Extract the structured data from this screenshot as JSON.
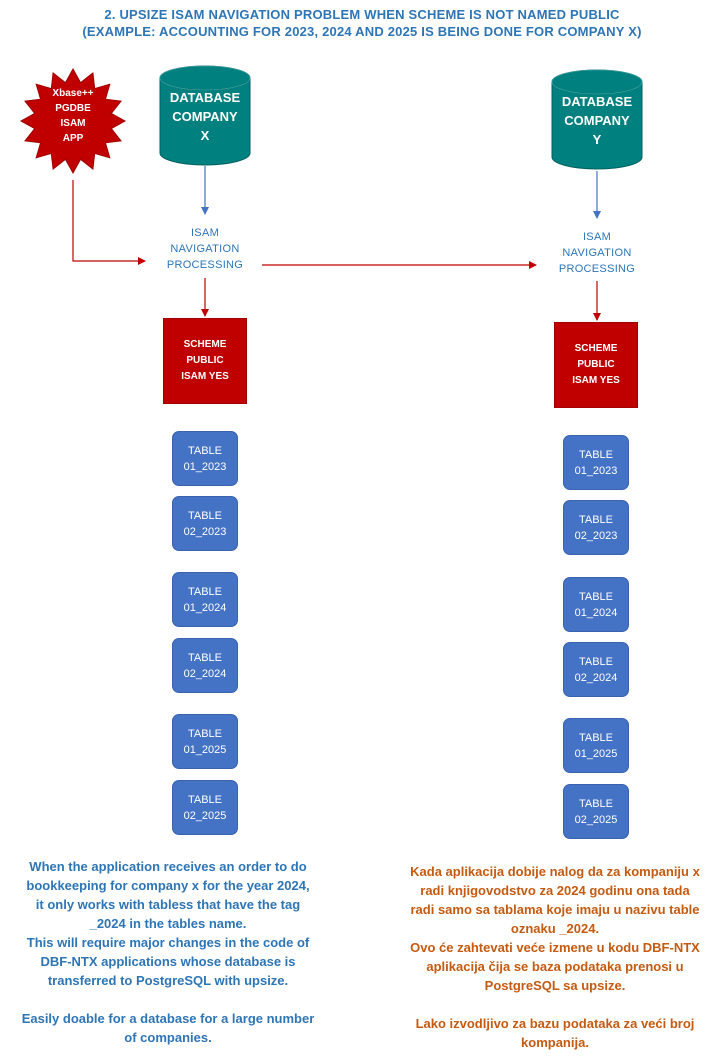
{
  "title": {
    "line1": "2. UPSIZE ISAM NAVIGATION PROBLEM WHEN SCHEME IS NOT NAMED PUBLIC",
    "line2": "(EXAMPLE: ACCOUNTING FOR 2023, 2024 AND 2025 IS BEING DONE FOR COMPANY X)"
  },
  "app": {
    "line1": "Xbase++",
    "line2": "PGDBE",
    "line3": "ISAM",
    "line4": "APP"
  },
  "left": {
    "database": {
      "line1": "DATABASE",
      "line2": "COMPANY",
      "line3": "X"
    },
    "processing": {
      "line1": "ISAM",
      "line2": "NAVIGATION",
      "line3": "PROCESSING"
    },
    "scheme": {
      "line1": "SCHEME",
      "line2": "PUBLIC",
      "line3": "ISAM YES"
    },
    "tables": [
      {
        "line1": "TABLE",
        "line2": "01_2023"
      },
      {
        "line1": "TABLE",
        "line2": "02_2023"
      },
      {
        "line1": "TABLE",
        "line2": "01_2024"
      },
      {
        "line1": "TABLE",
        "line2": "02_2024"
      },
      {
        "line1": "TABLE",
        "line2": "01_2025"
      },
      {
        "line1": "TABLE",
        "line2": "02_2025"
      }
    ]
  },
  "right": {
    "database": {
      "line1": "DATABASE",
      "line2": "COMPANY",
      "line3": "Y"
    },
    "processing": {
      "line1": "ISAM",
      "line2": "NAVIGATION",
      "line3": "PROCESSING"
    },
    "scheme": {
      "line1": "SCHEME",
      "line2": "PUBLIC",
      "line3": "ISAM YES"
    },
    "tables": [
      {
        "line1": "TABLE",
        "line2": "01_2023"
      },
      {
        "line1": "TABLE",
        "line2": "02_2023"
      },
      {
        "line1": "TABLE",
        "line2": "01_2024"
      },
      {
        "line1": "TABLE",
        "line2": "02_2024"
      },
      {
        "line1": "TABLE",
        "line2": "01_2025"
      },
      {
        "line1": "TABLE",
        "line2": "02_2025"
      }
    ]
  },
  "description_en": {
    "l1": "When the application receives an order to do",
    "l2": "bookkeeping for company x for the year 2024,",
    "l3": "it only works with tabless that have the tag",
    "l4": "_2024 in the tables name.",
    "l5": "This will require major changes in the code of",
    "l6": "DBF-NTX applications whose database is",
    "l7": "transferred to PostgreSQL with upsize.",
    "l8": "Easily doable for a database for a large number",
    "l9": "of companies."
  },
  "description_sr": {
    "l1": "Kada aplikacija dobije nalog da za kompaniju x",
    "l2": "radi knjigovodstvo za 2024 godinu ona tada",
    "l3": "radi samo sa tablama koje imaju u nazivu table",
    "l4": "oznaku _2024.",
    "l5": "Ovo će zahtevati veće izmene u kodu DBF-NTX",
    "l6": "aplikacija čija se baza podataka prenosi u",
    "l7": "PostgreSQL sa upsize.",
    "l8": "Lako izvodljivo za bazu podataka za veći broj",
    "l9": "kompanija."
  },
  "colors": {
    "title_blue": "#2e75b6",
    "cylinder_teal": "#00807f",
    "scheme_red": "#c00000",
    "table_blue": "#4472c4",
    "star_red": "#c00000",
    "arrow_red": "#c00000",
    "arrow_blue": "#4472c4",
    "text_orange": "#c55a11"
  }
}
